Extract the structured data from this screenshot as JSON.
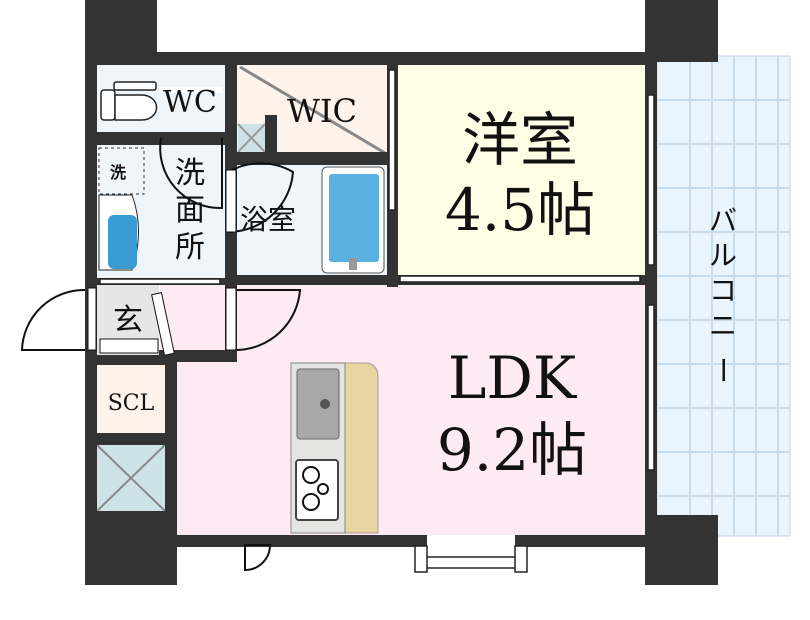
{
  "rooms": {
    "wc": "WC",
    "wic": "WIC",
    "western_room": {
      "name": "洋室",
      "size": "4.5帖"
    },
    "washroom": {
      "chars": [
        "洗",
        "面",
        "所"
      ]
    },
    "washer_mark": "洗",
    "bathroom": "浴室",
    "entrance": "玄",
    "scl": "SCL",
    "ldk": {
      "name": "LDK",
      "size": "9.2帖"
    },
    "balcony": {
      "chars": [
        "バ",
        "ル",
        "コ",
        "ニ",
        "ー"
      ]
    }
  },
  "colors": {
    "wall": "#333333",
    "ldk": "#fdeaf2",
    "western": "#fefee6",
    "wet": "#eef6fc",
    "storage": "#fdf3ea",
    "balcony": "#eaf4fc"
  }
}
